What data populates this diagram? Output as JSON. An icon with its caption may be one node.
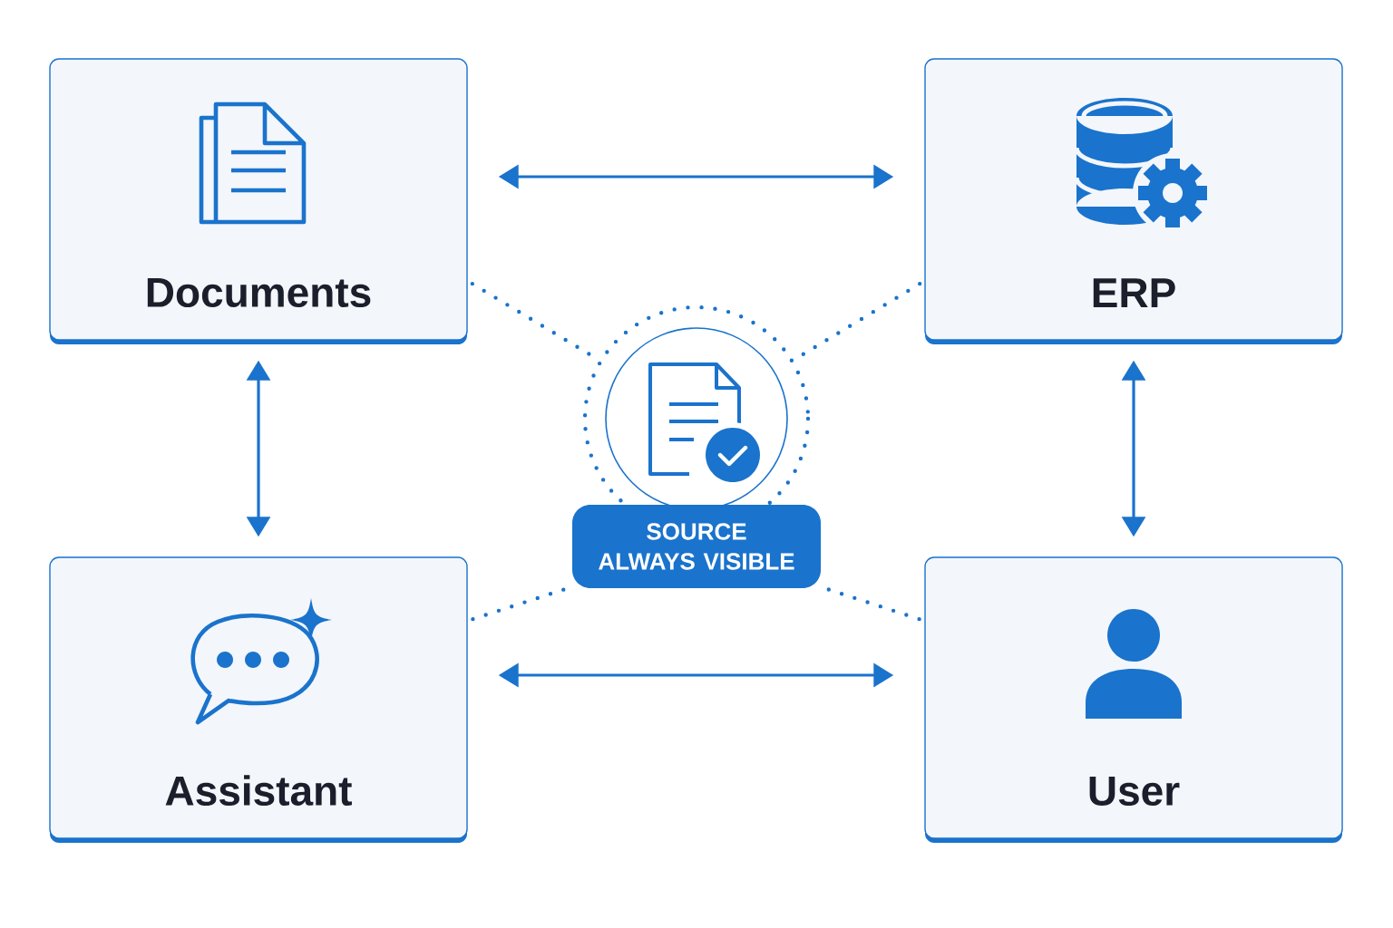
{
  "diagram": {
    "nodes": [
      {
        "text": [
          "Documents"
        ]
      },
      {
        "text": [
          "ERP"
        ]
      },
      {
        "text": [
          "Assistant"
        ]
      },
      {
        "text": [
          "User"
        ]
      },
      {
        "text": [],
        "shape": "circle"
      },
      {
        "text": [
          "SOURCE ALWAYS VISIBLE"
        ]
      }
    ],
    "edges": [
      {
        "from": 0,
        "to": 1,
        "arrow": "both"
      },
      {
        "from": 0,
        "to": 2,
        "arrow": "both"
      },
      {
        "from": 1,
        "to": 3,
        "arrow": "both"
      },
      {
        "from": 2,
        "to": 3,
        "arrow": "both"
      },
      {
        "from": 0,
        "to": 4,
        "arrow": "none",
        "style": "dashed"
      },
      {
        "from": 1,
        "to": 4,
        "arrow": "none",
        "style": "dashed"
      },
      {
        "from": 2,
        "to": 5,
        "arrow": "none",
        "style": "dashed"
      },
      {
        "from": 3,
        "to": 5,
        "arrow": "none",
        "style": "dashed"
      }
    ]
  }
}
